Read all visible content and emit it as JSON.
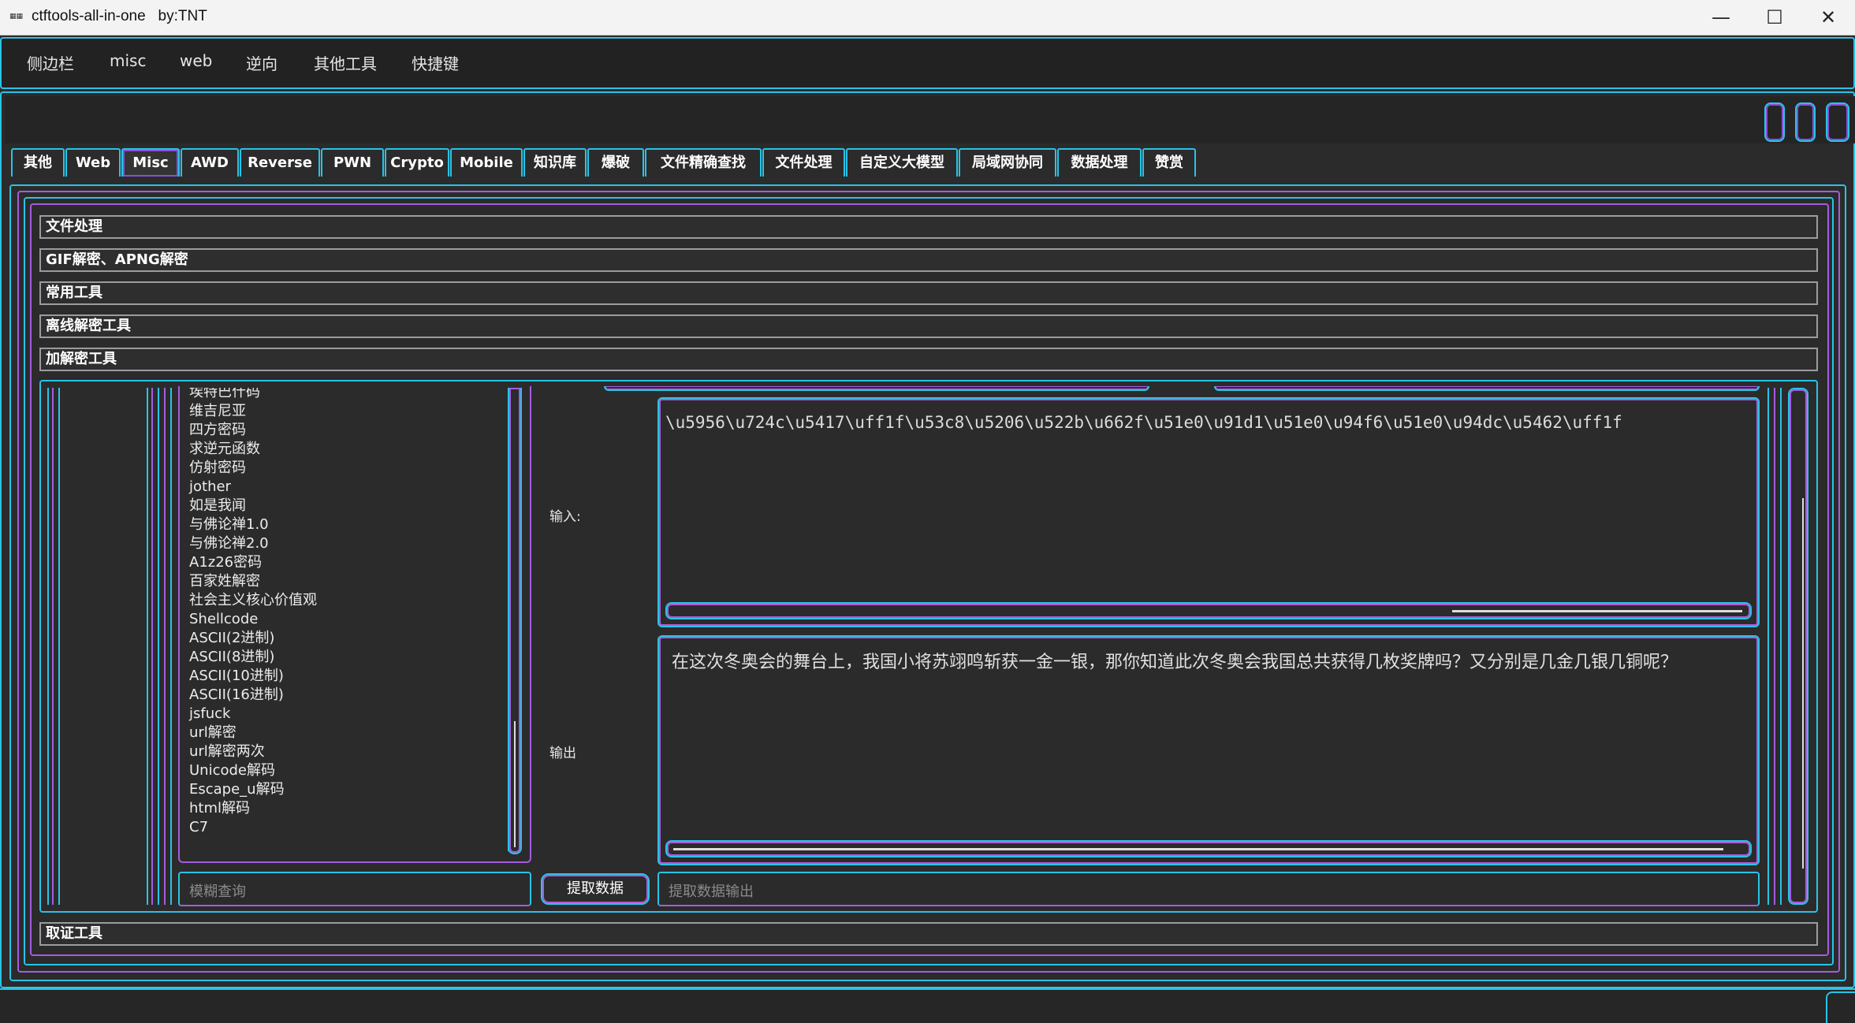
{
  "window": {
    "title": "ctftools-all-in-one   by:TNT",
    "app_icon": "app-icon",
    "controls": {
      "minimize": "—",
      "maximize": "☐",
      "close": "✕"
    }
  },
  "menubar": [
    "侧边栏",
    "misc",
    "web",
    "逆向",
    "其他工具",
    "快捷键"
  ],
  "tabs": [
    {
      "label": "其他"
    },
    {
      "label": "Web"
    },
    {
      "label": "Misc",
      "active": true
    },
    {
      "label": "AWD"
    },
    {
      "label": "Reverse"
    },
    {
      "label": "PWN"
    },
    {
      "label": "Crypto"
    },
    {
      "label": "Mobile"
    },
    {
      "label": "知识库"
    },
    {
      "label": "爆破"
    },
    {
      "label": "文件精确查找"
    },
    {
      "label": "文件处理"
    },
    {
      "label": "自定义大模型"
    },
    {
      "label": "局域网协同"
    },
    {
      "label": "数据处理"
    },
    {
      "label": "赞赏"
    }
  ],
  "sections": {
    "file": "文件处理",
    "gif": "GIF解密、APNG解密",
    "common": "常用工具",
    "offline": "离线解密工具",
    "crypto": "加解密工具",
    "forensics": "取证工具"
  },
  "cipher_list": [
    "埃特巴什码",
    "维吉尼亚",
    "四方密码",
    "求逆元函数",
    "仿射密码",
    "jother",
    "如是我闻",
    "与佛论禅1.0",
    "与佛论禅2.0",
    "A1z26密码",
    "百家姓解密",
    "社会主义核心价值观",
    "Shellcode",
    "ASCII(2进制)",
    "ASCII(8进制)",
    "ASCII(10进制)",
    "ASCII(16进制)",
    "jsfuck",
    "url解密",
    "url解密两次",
    "Unicode解码",
    "Escape_u解码",
    "html解码",
    "C7"
  ],
  "decoder": {
    "input_label": "输入:",
    "output_label": "输出",
    "input_value": "\\u5956\\u724c\\u5417\\uff1f\\u53c8\\u5206\\u522b\\u662f\\u51e0\\u91d1\\u51e0\\u94f6\\u51e0\\u94dc\\u5462\\uff1f",
    "output_value": "在这次冬奥会的舞台上，我国小将苏翊鸣斩获一金一银，那你知道此次冬奥会我国总共获得几枚奖牌吗？又分别是几金几银几铜呢？",
    "search_placeholder": "模糊查询",
    "extract_button": "提取数据",
    "extract_placeholder": "提取数据输出"
  },
  "colors": {
    "accent_cyan": "#29c3e6",
    "accent_purple": "#b25ad8",
    "background": "#2b2b2b"
  }
}
